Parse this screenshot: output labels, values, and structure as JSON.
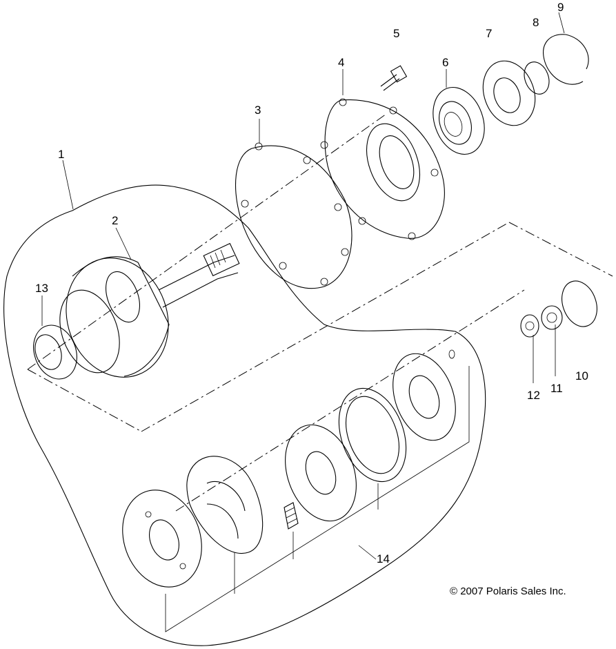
{
  "callouts": [
    {
      "id": "c1",
      "label": "1"
    },
    {
      "id": "c2",
      "label": "2"
    },
    {
      "id": "c3",
      "label": "3"
    },
    {
      "id": "c4",
      "label": "4"
    },
    {
      "id": "c5",
      "label": "5"
    },
    {
      "id": "c6",
      "label": "6"
    },
    {
      "id": "c7",
      "label": "7"
    },
    {
      "id": "c8",
      "label": "8"
    },
    {
      "id": "c9",
      "label": "9"
    },
    {
      "id": "c10",
      "label": "10"
    },
    {
      "id": "c11",
      "label": "11"
    },
    {
      "id": "c12",
      "label": "12"
    },
    {
      "id": "c13",
      "label": "13"
    },
    {
      "id": "c14",
      "label": "14"
    }
  ],
  "copyright": "© 2007 Polaris Sales Inc."
}
